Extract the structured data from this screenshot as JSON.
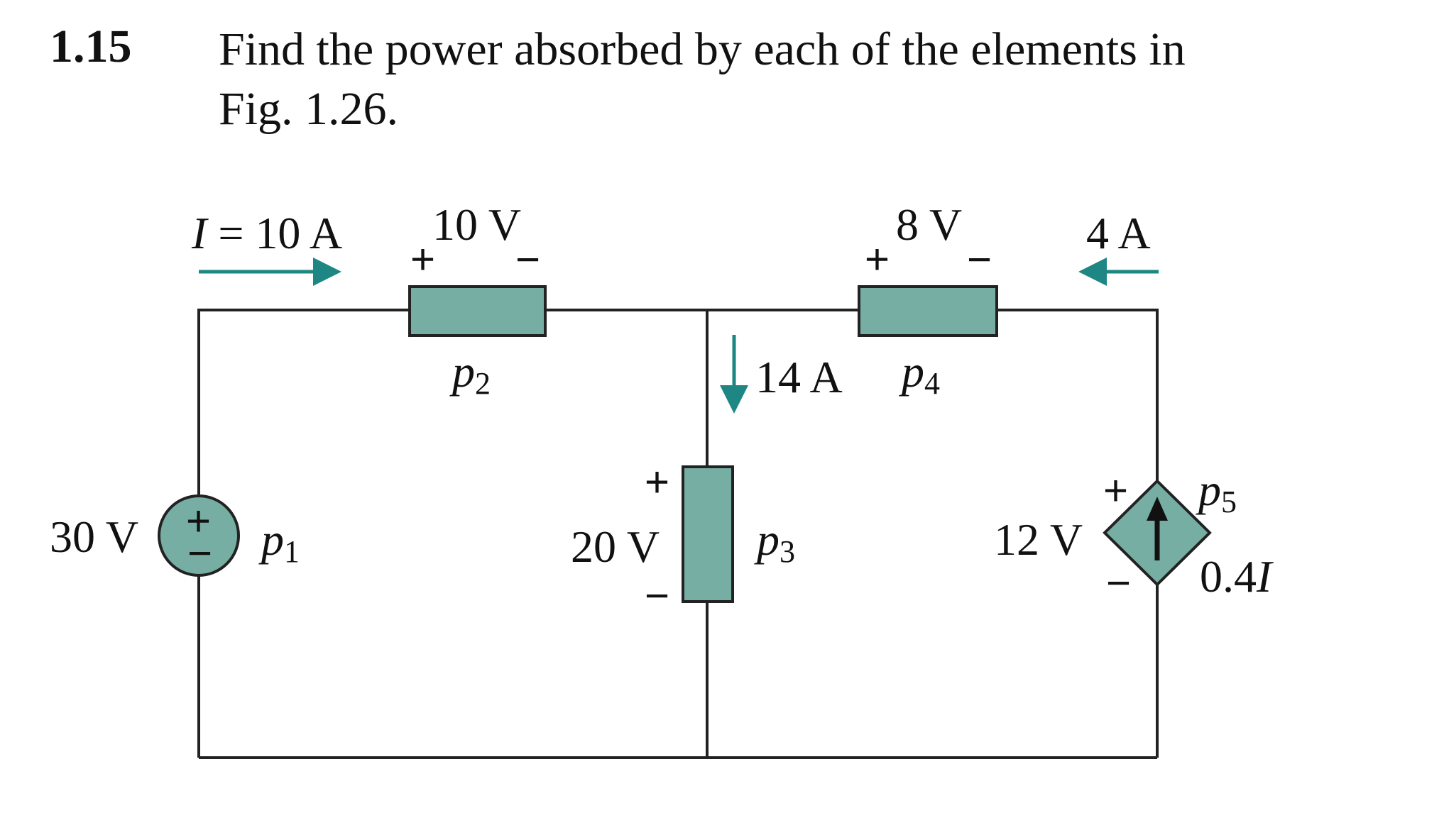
{
  "problem": {
    "number": "1.15",
    "text_line1": "Find the power absorbed by each of the elements in",
    "text_line2": "Fig. 1.26."
  },
  "colors": {
    "element_fill": "#76aea4",
    "arrow": "#1e8783",
    "wire": "#222222"
  },
  "circuit": {
    "current_I": {
      "italic": "I",
      "rest": " = 10 A"
    },
    "current_4A": "4 A",
    "current_14A": "14 A",
    "source_30V": {
      "voltage": "30 V",
      "power": "p",
      "subscript": "1"
    },
    "element_2": {
      "voltage": "10 V",
      "power": "p",
      "subscript": "2"
    },
    "element_3": {
      "voltage": "20 V",
      "power": "p",
      "subscript": "3"
    },
    "element_4": {
      "voltage": "8 V",
      "power": "p",
      "subscript": "4"
    },
    "element_5": {
      "voltage": "12 V",
      "power": "p",
      "subscript": "5",
      "value_prefix": "0.4",
      "value_var": "I"
    },
    "plus": "+",
    "minus": "−"
  }
}
